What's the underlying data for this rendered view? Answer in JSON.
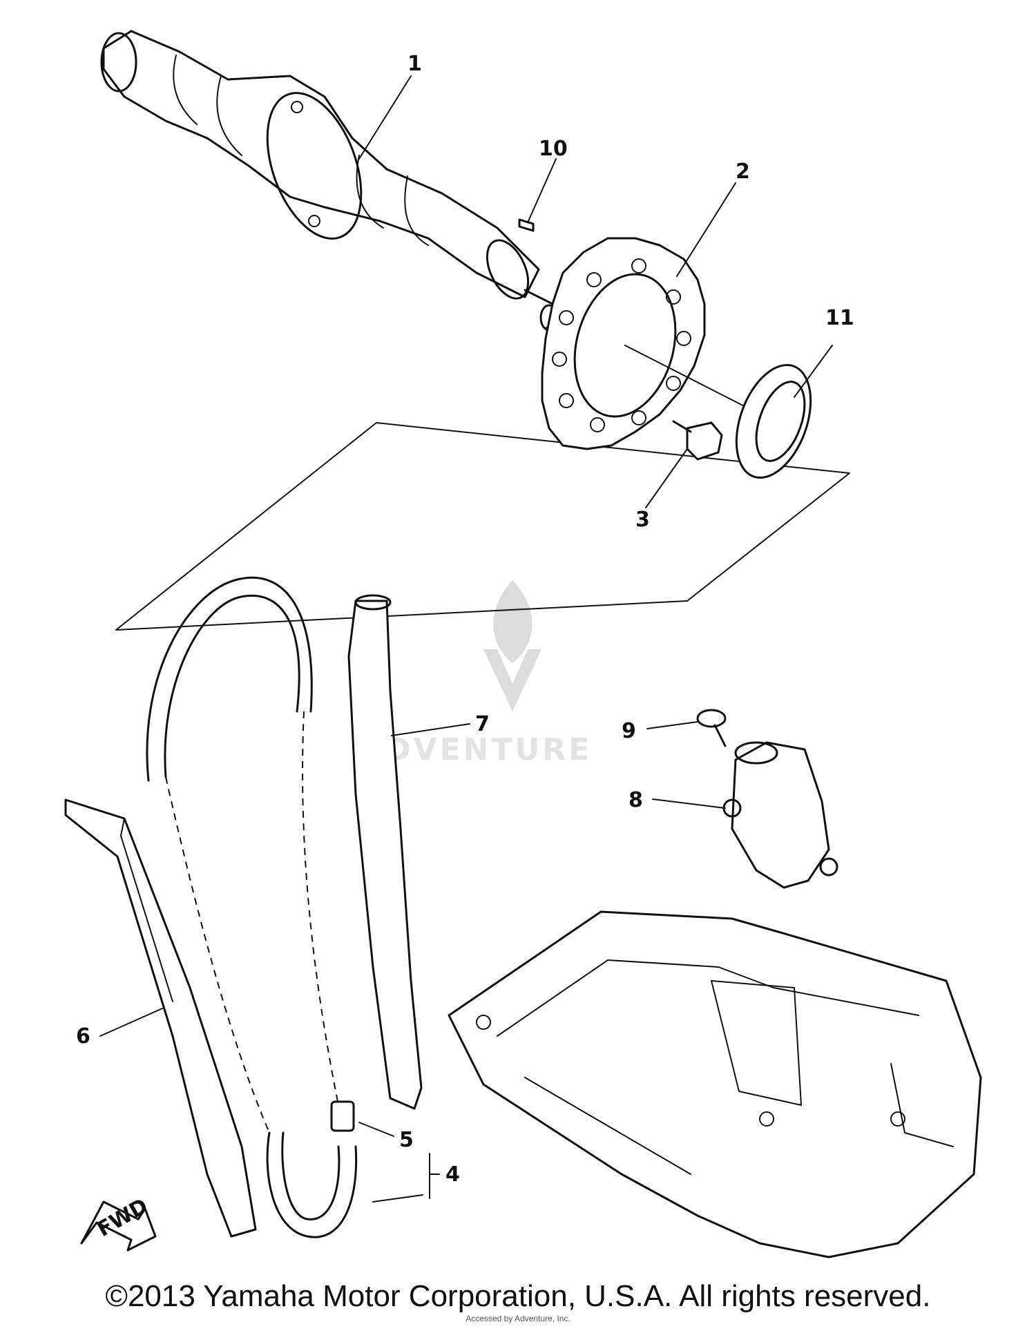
{
  "callouts": {
    "c1": "1",
    "c2": "2",
    "c3": "3",
    "c4": "4",
    "c5": "5",
    "c6": "6",
    "c7": "7",
    "c8": "8",
    "c9": "9",
    "c10": "10",
    "c11": "11"
  },
  "fwd_label": "FWD",
  "watermark": {
    "text": "ADVENTURE"
  },
  "footer": {
    "copyright": "©2013 Yamaha Motor Corporation, U.S.A. All rights reserved.",
    "note": "Accessed by Adventure, Inc."
  }
}
